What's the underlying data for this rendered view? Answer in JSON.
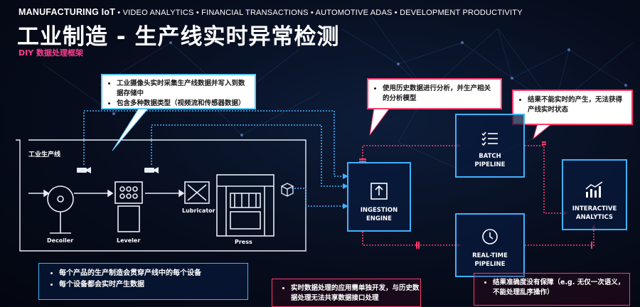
{
  "header": {
    "categories_bold": "MANUFACTURING IoT",
    "categories_rest": " • VIDEO ANALYTICS • FINANCIAL TRANSACTIONS • AUTOMOTIVE ADAS • DEVELOPMENT PRODUCTIVITY",
    "title": "工业制造 - 生产线实时异常检测",
    "subtitle": "DIY 数据处理框架"
  },
  "callouts": {
    "camera": [
      "工业摄像头实时采集生产线数据并写入到数据存储中",
      "包含多种数据类型（视频流和传感器数据）"
    ],
    "history": [
      "使用历史数据进行分析，并生产相关的分析模型"
    ],
    "batch_note": [
      "结果不能实时的产生，无法获得产线实时状态"
    ]
  },
  "production_line": {
    "label": "工业生产线",
    "equipment": [
      "Decoiler",
      "Leveler",
      "Lubricator",
      "Press"
    ]
  },
  "nodes": {
    "ingestion": "INGESTION\nENGINE",
    "batch": "BATCH\nPIPELINE",
    "realtime": "REAL-TIME\nPIPELINE",
    "interactive": "INTERACTIVE\nANALYTICS"
  },
  "bottom_notes": {
    "devices": [
      "每个产品的生产制造会贯穿产线中的每个设备",
      "每个设备都会实时产生数据"
    ],
    "realtime_issue": [
      "实时数据处理的应用需单独开发，与历史数据处理无法共享数据接口处理"
    ],
    "accuracy": [
      "结果准确度没有保障（e.g. 无仅一次语义，不能处理乱序操作）"
    ]
  },
  "colors": {
    "accent_pink": "#ff3f8e",
    "blue_flow": "#3fb2ff",
    "red_flow": "#ff3b6b"
  }
}
